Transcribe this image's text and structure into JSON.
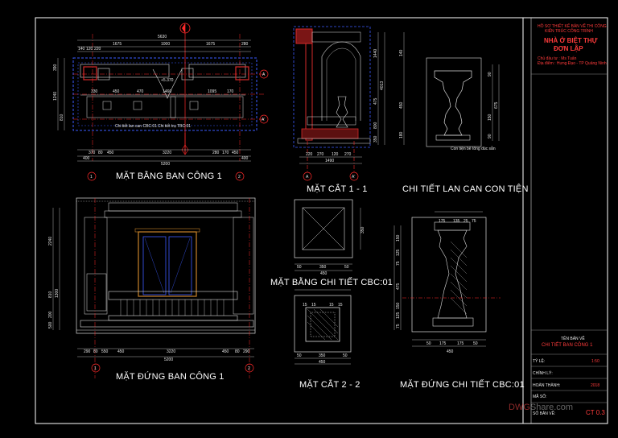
{
  "titles": {
    "plan": "MẶT BẰNG BAN CÔNG 1",
    "section11": "MẶT CẮT 1 - 1",
    "baluster": "CHI TIẾT LAN CAN CON TIỆN",
    "cbc_plan": "MẶT BẰNG CHI TIẾT CBC:01",
    "elevation": "MẶT ĐỨNG BAN CÔNG 1",
    "section22": "MẶT CẮT 2 - 2",
    "cbc_elev": "MẶT ĐỨNG CHI TIẾT CBC:01"
  },
  "title_block": {
    "org_line1": "HỒ SƠ THIẾT KẾ BẢN VẼ THI CÔNG",
    "org_line2": "KIẾN TRÚC CÔNG TRÌNH",
    "project_line1": "NHÀ Ở BIỆT THỰ",
    "project_line2": "ĐƠN LẬP",
    "owner": "Chủ đầu tư : Ms Tuấn",
    "location": "Địa điểm : Hưng Đạo - TP Quảng Ninh",
    "sheet_label": "TÊN BẢN VẼ",
    "sheet_name": "CHI TIẾT BAN CÔNG 1",
    "scale_label": "TỶ LỆ:",
    "scale_value": "1:50",
    "check_label": "CHỈNH LÝ:",
    "complete_label": "HOÀN THÀNH:",
    "year": "2018",
    "code_label": "MÃ SỐ:",
    "drawing_no_label": "SỐ BẢN VẼ:",
    "drawing_no": "CT 0.3"
  },
  "watermark": {
    "brand": "DWG",
    "rest": "Share.com"
  },
  "plan_dims": {
    "top_total": "5630",
    "top_parts": [
      "1675",
      "1000",
      "1675",
      "280"
    ],
    "top_small": [
      "140",
      "120",
      "220"
    ],
    "bottom_parts": [
      "370",
      "80",
      "450",
      "3220",
      "280",
      "170",
      "450"
    ],
    "bottom_total": "5200",
    "bottom_edge": [
      "400",
      "400"
    ],
    "inner": [
      "330",
      "450",
      "470",
      "1460",
      "1095",
      "170"
    ],
    "labels": [
      "Chi tiết lan can CBC:01",
      "Chi tiết trụ TBC:01"
    ],
    "left": [
      "390",
      "1240",
      "810"
    ],
    "level": "+5.370"
  },
  "elev_dims": {
    "bottom": [
      "290",
      "80",
      "550",
      "450",
      "3220",
      "450",
      "80",
      "290"
    ],
    "total": "5200",
    "left": [
      "2240",
      "1300",
      "810",
      "200",
      "500"
    ]
  },
  "section11_dims": {
    "bottom": [
      "220",
      "270",
      "120",
      "270"
    ],
    "bottom_total": "1490",
    "right": [
      "1440",
      "4013",
      "475",
      "800",
      "350"
    ]
  },
  "baluster_dims": {
    "right": [
      "90",
      "675",
      "150",
      "90"
    ],
    "left": [
      "140",
      "450",
      "180"
    ],
    "note": "Con tiện bê tông đúc sẵn"
  },
  "cbc_plan_dims": {
    "bottom": [
      "50",
      "350",
      "50"
    ],
    "total": "450",
    "right": [
      "350"
    ]
  },
  "section22_dims": {
    "top": [
      "15",
      "15",
      "15",
      "15"
    ],
    "bottom": [
      "50",
      "350",
      "50"
    ],
    "total": "450"
  },
  "cbc_elev_dims": {
    "top": [
      "175",
      "135",
      "25",
      "75"
    ],
    "bottom": [
      "50",
      "175",
      "175",
      "50"
    ],
    "total": "450",
    "left": [
      "150",
      "125",
      "75",
      "475",
      "150",
      "125",
      "75"
    ]
  },
  "grid_marks": [
    "1",
    "2",
    "A",
    "A'"
  ],
  "colors": {
    "background": "#000000",
    "frame": "#ffffff",
    "red": "#ff2a2a",
    "blue_hidden": "#3b5bff",
    "wall_red": "#d42a2a",
    "dim": "#e8e8e8"
  }
}
